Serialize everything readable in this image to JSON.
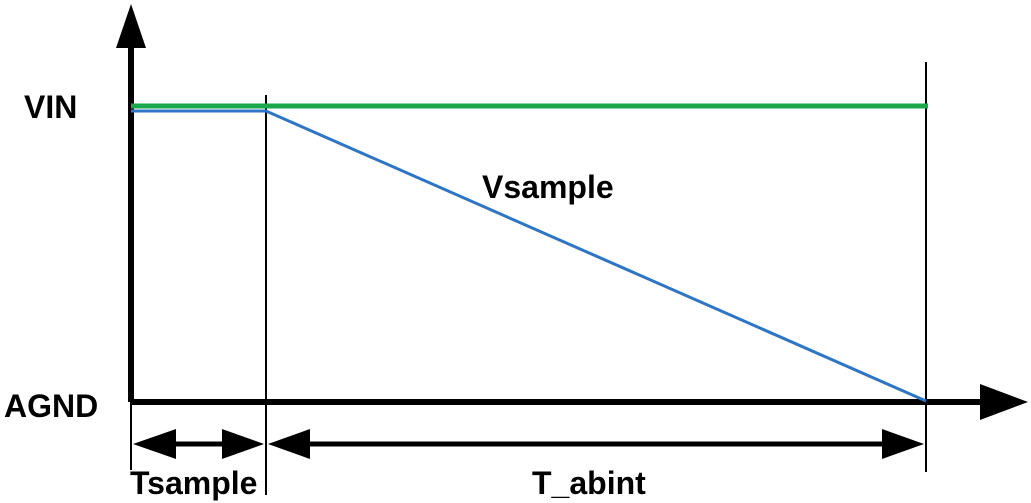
{
  "labels": {
    "vin": "VIN",
    "agnd": "AGND",
    "vsample": "Vsample",
    "tsample": "Tsample",
    "t_abint": "T_abint"
  },
  "colors": {
    "vin_line": "#1aa64a",
    "vsample_line": "#2e75c6",
    "axes": "#000000"
  }
}
